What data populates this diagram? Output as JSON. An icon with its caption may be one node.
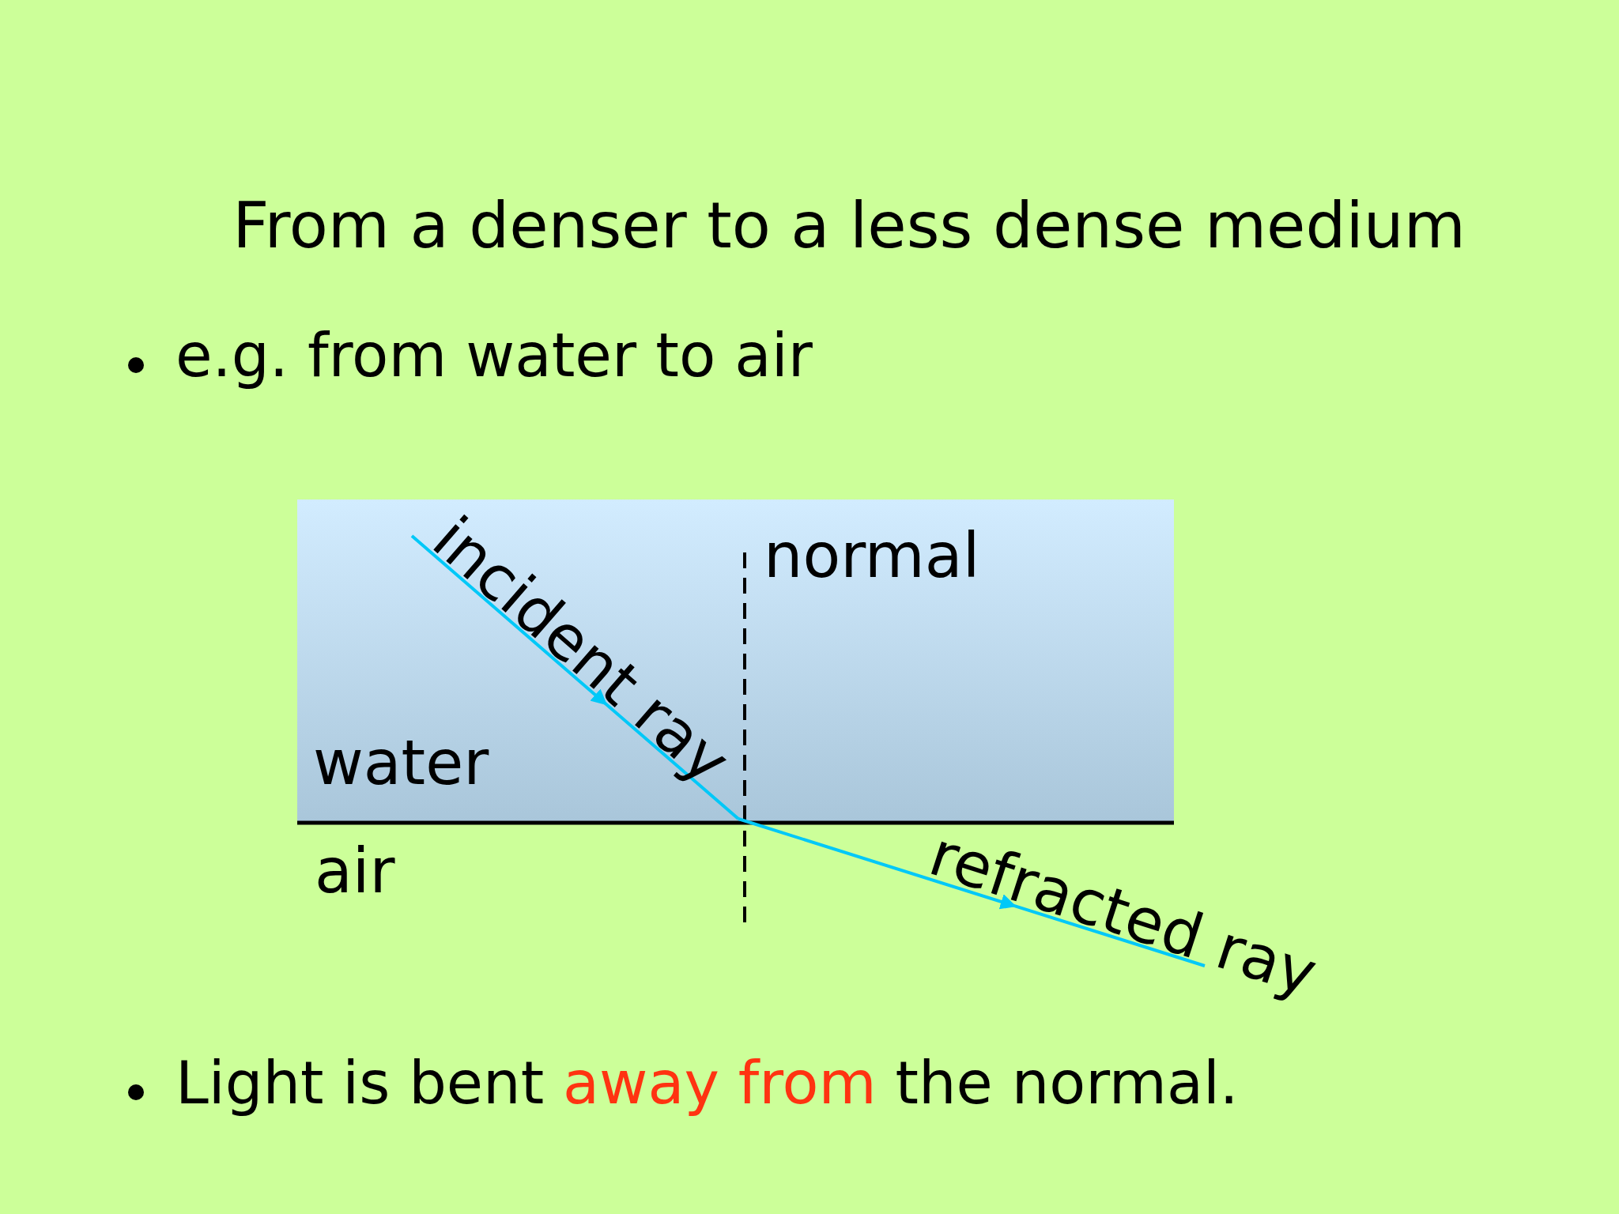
{
  "diagram": {
    "title": "From a denser to a less dense medium",
    "labels": [
      "e.g. from water to air",
      "incident ray",
      "normal",
      "water",
      "air",
      "refracted ray",
      "Light is bent **away from** the normal."
    ]
  }
}
